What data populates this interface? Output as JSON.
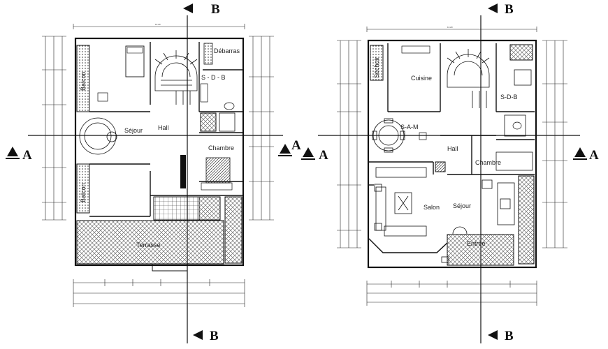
{
  "section_markers": {
    "b_label": "B",
    "a_label": "A"
  },
  "plans": [
    {
      "id": "upper-floor",
      "rooms": [
        {
          "key": "balcon-top",
          "label": "Balcon"
        },
        {
          "key": "debarras",
          "label": "Débarras"
        },
        {
          "key": "sdb",
          "label": "S - D - B"
        },
        {
          "key": "sejour",
          "label": "Séjour"
        },
        {
          "key": "hall",
          "label": "Hall"
        },
        {
          "key": "chambre",
          "label": "Chambre"
        },
        {
          "key": "balcon-bottom",
          "label": "Balcon"
        },
        {
          "key": "terrasse",
          "label": "Terrasse"
        }
      ]
    },
    {
      "id": "ground-floor",
      "rooms": [
        {
          "key": "sechoir",
          "label": "Séchoir"
        },
        {
          "key": "cuisine",
          "label": "Cuisine"
        },
        {
          "key": "sdb",
          "label": "S-D-B"
        },
        {
          "key": "sam",
          "label": "S-A-M"
        },
        {
          "key": "hall",
          "label": "Hall"
        },
        {
          "key": "chambre",
          "label": "Chambre"
        },
        {
          "key": "salon",
          "label": "Salon"
        },
        {
          "key": "sejour",
          "label": "Séjour"
        },
        {
          "key": "entree",
          "label": "Entrée"
        }
      ]
    }
  ],
  "colors": {
    "line": "#111111",
    "hatch": "#555555",
    "text": "#222222",
    "background": "#ffffff"
  }
}
